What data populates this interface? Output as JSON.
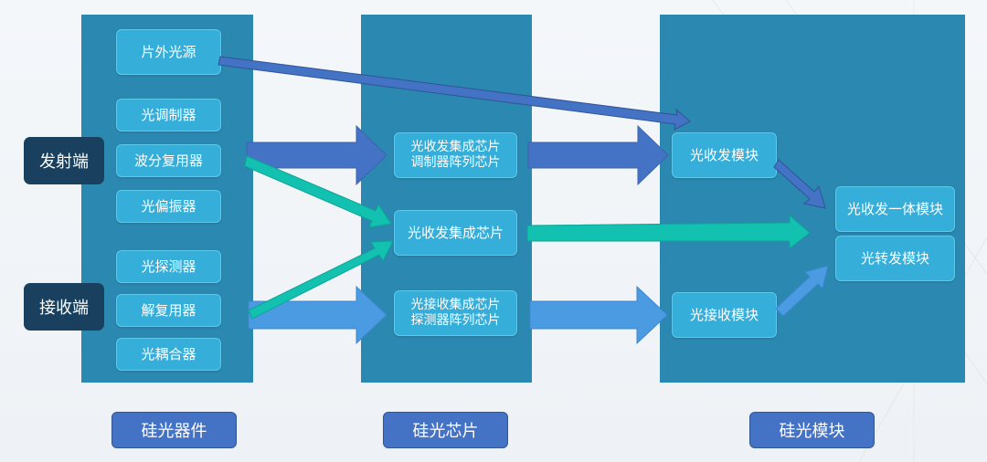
{
  "side_labels": {
    "transmit": "发射端",
    "receive": "接收端"
  },
  "devices": {
    "external_light_source": "片外光源",
    "modulator": "光调制器",
    "wdm_mux": "波分复用器",
    "polarizer": "光偏振器",
    "detector": "光探测器",
    "demux": "解复用器",
    "coupler": "光耦合器"
  },
  "chips": {
    "tx_line1": "光收发集成芯片",
    "tx_line2": "调制器阵列芯片",
    "trx": "光收发集成芯片",
    "rx_line1": "光接收集成芯片",
    "rx_line2": "探测器阵列芯片"
  },
  "modules": {
    "tx": "光收发模块",
    "rx": "光接收模块",
    "integrated": "光收发一体模块",
    "transponder": "光转发模块"
  },
  "categories": {
    "devices": "硅光器件",
    "chips": "硅光芯片",
    "modules": "硅光模块"
  },
  "colors": {
    "column": "#2b88b0",
    "box": "#35aed9",
    "side": "#19405f",
    "category": "#4472c4",
    "arrow_blue": "#4472c4",
    "arrow_teal": "#12c1b0",
    "arrow_light": "#4a9be2"
  }
}
